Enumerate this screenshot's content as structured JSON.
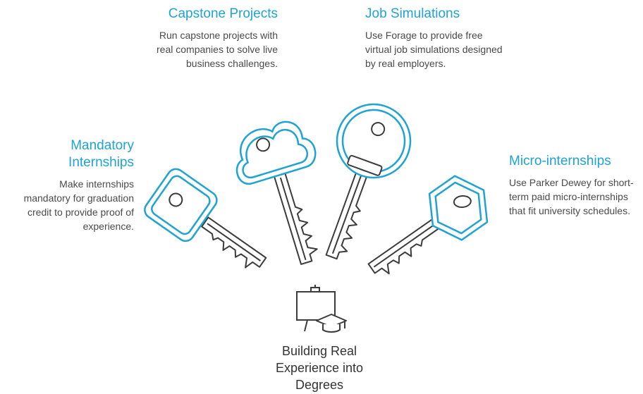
{
  "center": {
    "title": "Building Real Experience into Degrees"
  },
  "items": [
    {
      "title": "Capstone Projects",
      "description": "Run capstone projects with real companies to solve live business challenges."
    },
    {
      "title": "Job Simulations",
      "description": "Use Forage to provide free virtual job simulations designed by real employers."
    },
    {
      "title": "Mandatory Internships",
      "description": "Make internships mandatory for graduation credit to provide proof of experience."
    },
    {
      "title": "Micro-internships",
      "description": "Use Parker Dewey for short-term paid micro-internships that fit university schedules."
    }
  ],
  "colors": {
    "accent": "#1fa3d3",
    "line": "#3c3c3c",
    "text": "#4a4a4a"
  },
  "icons": [
    "key-icon",
    "blackboard-icon",
    "graduation-cap-icon"
  ]
}
